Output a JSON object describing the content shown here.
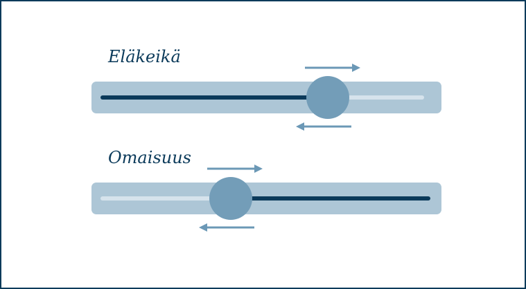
{
  "sliders": [
    {
      "label": "Eläkeikä",
      "value": 0.7,
      "fill": "left"
    },
    {
      "label": "Omaisuus",
      "value": 0.39,
      "fill": "right"
    }
  ],
  "colors": {
    "dark": "#0b3a5a",
    "track": "#adc6d6",
    "light": "#d6e3ec",
    "knob": "#739db8",
    "arrow": "#6b98b6"
  }
}
